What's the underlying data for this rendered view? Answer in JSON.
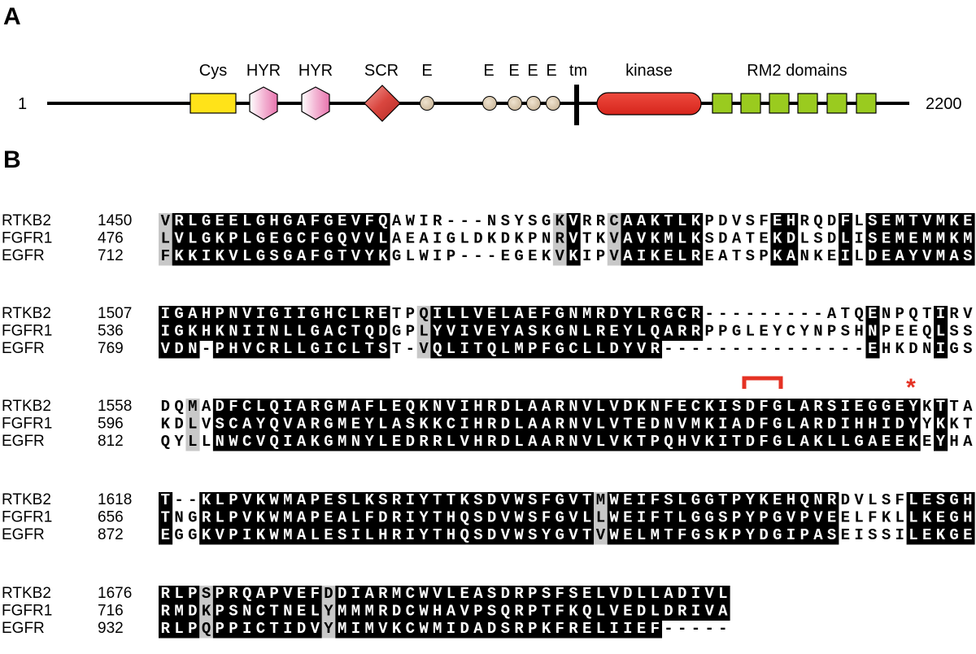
{
  "panel_a": {
    "label": "A",
    "start": "1",
    "end": "2200",
    "domains": [
      {
        "label": "Cys",
        "shape": "rect",
        "color": "#ffe319"
      },
      {
        "label": "HYR",
        "shape": "hexagon",
        "color": "#f6b8d6"
      },
      {
        "label": "HYR",
        "shape": "hexagon",
        "color": "#f6b8d6"
      },
      {
        "label": "SCR",
        "shape": "diamond",
        "color": "#d9463f"
      },
      {
        "label": "E",
        "shape": "circle",
        "color": "#d9c9b0"
      },
      {
        "label": "E",
        "shape": "circle",
        "color": "#d9c9b0"
      },
      {
        "label": "E",
        "shape": "circle",
        "color": "#d9c9b0"
      },
      {
        "label": "E",
        "shape": "circle",
        "color": "#d9c9b0"
      },
      {
        "label": "E",
        "shape": "circle",
        "color": "#d9c9b0"
      },
      {
        "label": "tm",
        "shape": "bar",
        "color": "#000000"
      },
      {
        "label": "kinase",
        "shape": "rounded-rect",
        "color": "#e3322b"
      },
      {
        "label": "RM2 domains",
        "shape": "squares",
        "count": 6,
        "color": "#9acb1f"
      }
    ]
  },
  "panel_b": {
    "label": "B",
    "legend": {
      "identical": "black",
      "similar": "gray",
      "dfg_bracket_color": "#e53224",
      "marker": "*"
    },
    "blocks": [
      {
        "rows": [
          {
            "name": "RTKB2",
            "start": "1450",
            "seq": "VRLGEELGHGAFGEVFQAWIR---NSYSGKVRRCAAKTLKPDVSFEHRQDFLSEMTVMKE",
            "marks": "SIIIIIIIIIIIIIIIIN.....NNNNNNSIN.SIIIIII...N.II.NNI.IIIIIIII.I"
          },
          {
            "name": "FGFR1",
            "start": "476",
            "seq": "LVLGKPLGEGCFGQVVLAEAIGLDKDKPNRVTKVAVKMLKSDATEKDLSDLISEMEMMKM",
            "marks": "SIIIIIIIIIIIIIIIIN.....NNNNNNSIN.SIIIIII...N.II.NNI.IIIIIIII.I"
          },
          {
            "name": "EGFR",
            "start": "712",
            "seq": "FKKIKVLGSGAFGTVYKGLWIP---EGEKVKIPVAIKELREATSPKANKEILDEAYVMAS",
            "marks": "SIIIIIIIIIIIIIIIIN.....NNNNNNSIN.SIIIIII...N.II.NNI.IIIIIIII.I"
          }
        ]
      },
      {
        "rows": [
          {
            "name": "RTKB2",
            "start": "1507",
            "seq": "IGAHPNVIGIIGHCLRETPQILLVELAEFGNMRDYLRGCR---------ATQENPQTIRV",
            "marks": "IIIIIIIIIIIIIIIIIN.SIIIIIIIIIIIIIIIIIIII.........N.NIN..NI.."
          },
          {
            "name": "FGFR1",
            "start": "536",
            "seq": "IGKHKNIINLLGACTQDGPLYVIVEYASKGNLREYLQARRPPGLEYCYNPSHNPEEQLSS",
            "marks": "IIIIIIIIIIIIIIIIIN.SIIIIIIIIIIIIIIIIIIII.........N.NIN..NI.."
          },
          {
            "name": "EGFR",
            "start": "769",
            "seq": "VDN-PHVCRLLGICLTST-VQLITQLMPFGCLLDYVR---------------EHKDNIGS",
            "marks": "IIIIIIIIIIIIIIIIIN.SIIIIIIIIIIIIIIIIIIII.........N.NIN..NI.."
          }
        ]
      },
      {
        "rows": [
          {
            "name": "RTKB2",
            "start": "1558",
            "seq": "DQMADFCLQIARGMAFLEQKNVIHRDLAARNVLVDKNFECKISDFGLARSIEGGEYKTTA",
            "marks": "NNS.IIIIIIIIIIIIIIIIIIIIIIIIIIIIIIIIIIIIIIIIIIIIIIIIIIIINI.N"
          },
          {
            "name": "FGFR1",
            "start": "596",
            "seq": "KDLVSCAYQVARGMEYLASKKCIHRDLAARNVLVTEDNVMKIADFGLARDIHHIDYYKKT",
            "marks": "NNS.IIIIIIIIIIIIIIIIIIIIIIIIIIIIIIIIIIIIIIIIIIIIIIIIIIIINI.N"
          },
          {
            "name": "EGFR",
            "start": "812",
            "seq": "QYLLNWCVQIAKGMNYLEDRRLVHRDLAARNVLVKTPQHVKITDFGLAKLLGAEEKEYHA",
            "marks": "NNS.IIIIIIIIIIIIIIIIIIIIIIIIIIIIIIIIIIIIIIIIIIIIIIIIIIIINI.N"
          }
        ]
      },
      {
        "rows": [
          {
            "name": "RTKB2",
            "start": "1618",
            "seq": "T--KLPVKWMAPESLKSRIYTTKSDVWSFGVTMWEIFSLGGTPYKEHQNRDVLSFLESGH",
            "marks": "I..IIIIIIIIIIIIIIIIIIIIIIIIIIIIISIIIIIIIIIIIIIIIIINNNN.IIIII"
          },
          {
            "name": "FGFR1",
            "start": "656",
            "seq": "TNGRLPVKWMAPEALFDRIYTHQSDVWSFGVLLWEIFTLGGSPYPGVPVEELFKLLKEGH",
            "marks": "I..IIIIIIIIIIIIIIIIIIIIIIIIIIIIISIIIIIIIIIIIIIIIIINNNN.IIIII"
          },
          {
            "name": "EGFR",
            "start": "872",
            "seq": "EGGKVPIKWMALESILHRIYTHQSDVWSYGVTVWELMTFGSKPYDGIPASEISSILEKGE",
            "marks": "I..IIIIIIIIIIIIIIIIIIIIIIIIIIIIISIIIIIIIIIIIIIIIIINNNN.IIIII"
          }
        ]
      },
      {
        "rows": [
          {
            "name": "RTKB2",
            "start": "1676",
            "seq": "RLPSPRQAPVEFDDIARMCWVLEASDRPSFSELVDLLADIVL",
            "marks": "IIISIIIIIIIISIIIIIIIIIIIIIIIIIIIIIIIIIIIII"
          },
          {
            "name": "FGFR1",
            "start": "716",
            "seq": "RMDKPSNCTNELYMMMRDCWHAVPSQRPTFKQLVEDLDRIVA",
            "marks": "IIISIIIIIIIISIIIIIIIIIIIIIIIIIIIIIIIIIIIII"
          },
          {
            "name": "EGFR",
            "start": "932",
            "seq": "RLPQPPICTIDVYMIMVKCWMIDADSRPKFRELIIEF-----",
            "marks": "IIISIIIIIIIISIIIIIIIIIIIIIIIIIIIIIIIIIIIII"
          }
        ]
      }
    ]
  }
}
